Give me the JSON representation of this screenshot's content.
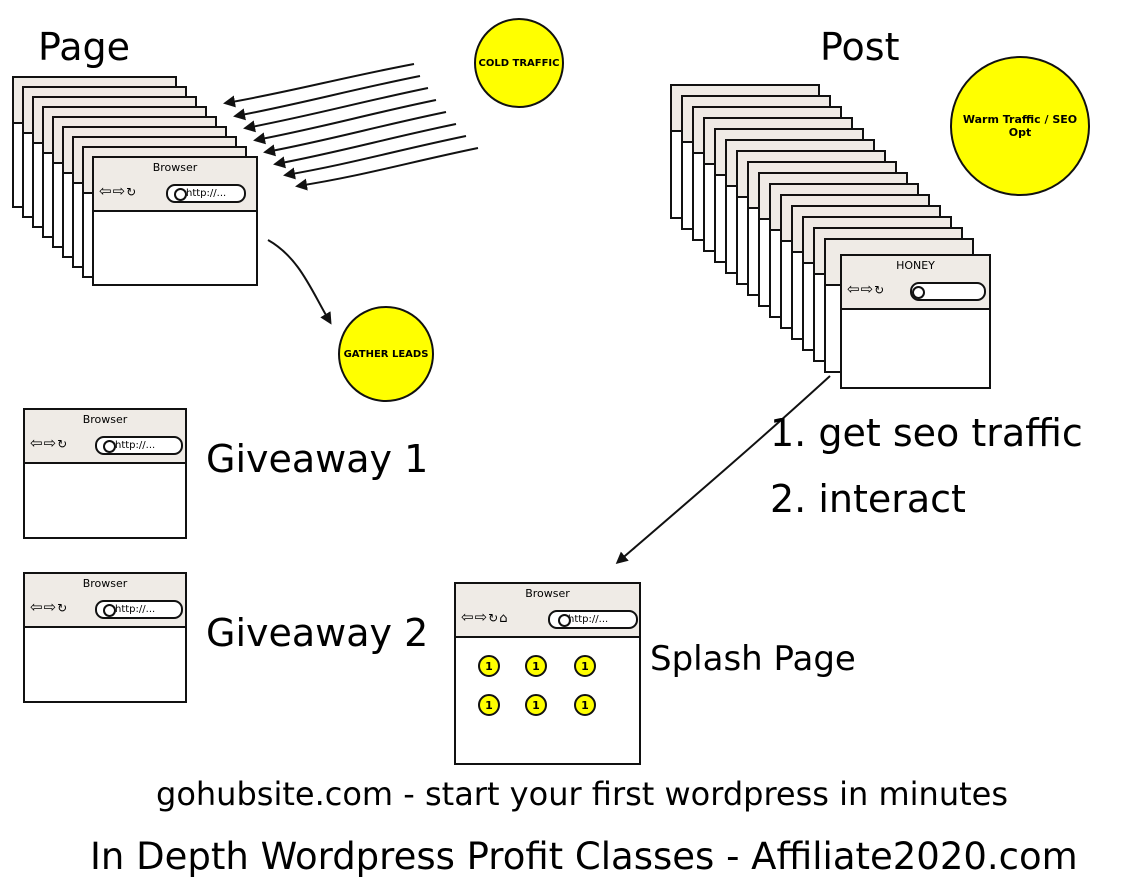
{
  "headings": {
    "page": "Page",
    "post": "Post"
  },
  "circles": {
    "cold_traffic": "COLD TRAFFIC",
    "warm_traffic": "Warm Traffic / SEO Opt",
    "gather_leads": "GATHER LEADS"
  },
  "page_stack": {
    "front_title": "Browser",
    "url_text": "http://..."
  },
  "post_stack": {
    "front_title": "HONEY"
  },
  "steps": {
    "step1": "1. get seo traffic",
    "step2": "2. interact"
  },
  "giveaway1": {
    "browser_title": "Browser",
    "url_text": "http://...",
    "label": "Giveaway 1"
  },
  "giveaway2": {
    "browser_title": "Browser",
    "url_text": "http://...",
    "label": "Giveaway 2"
  },
  "splash": {
    "browser_title": "Browser",
    "url_text": "http://...",
    "label": "Splash Page",
    "coins": [
      "1",
      "1",
      "1",
      "1",
      "1",
      "1"
    ]
  },
  "footer": {
    "line1": "gohubsite.com - start your first wordpress in minutes",
    "line2": "In Depth Wordpress Profit Classes - Affiliate2020.com"
  },
  "colors": {
    "circle_fill": "#ffff00",
    "browser_bar": "#efebe6",
    "stroke": "#111111"
  },
  "icons": [
    "back-arrow-icon",
    "forward-arrow-icon",
    "reload-icon",
    "home-icon",
    "search-icon"
  ]
}
